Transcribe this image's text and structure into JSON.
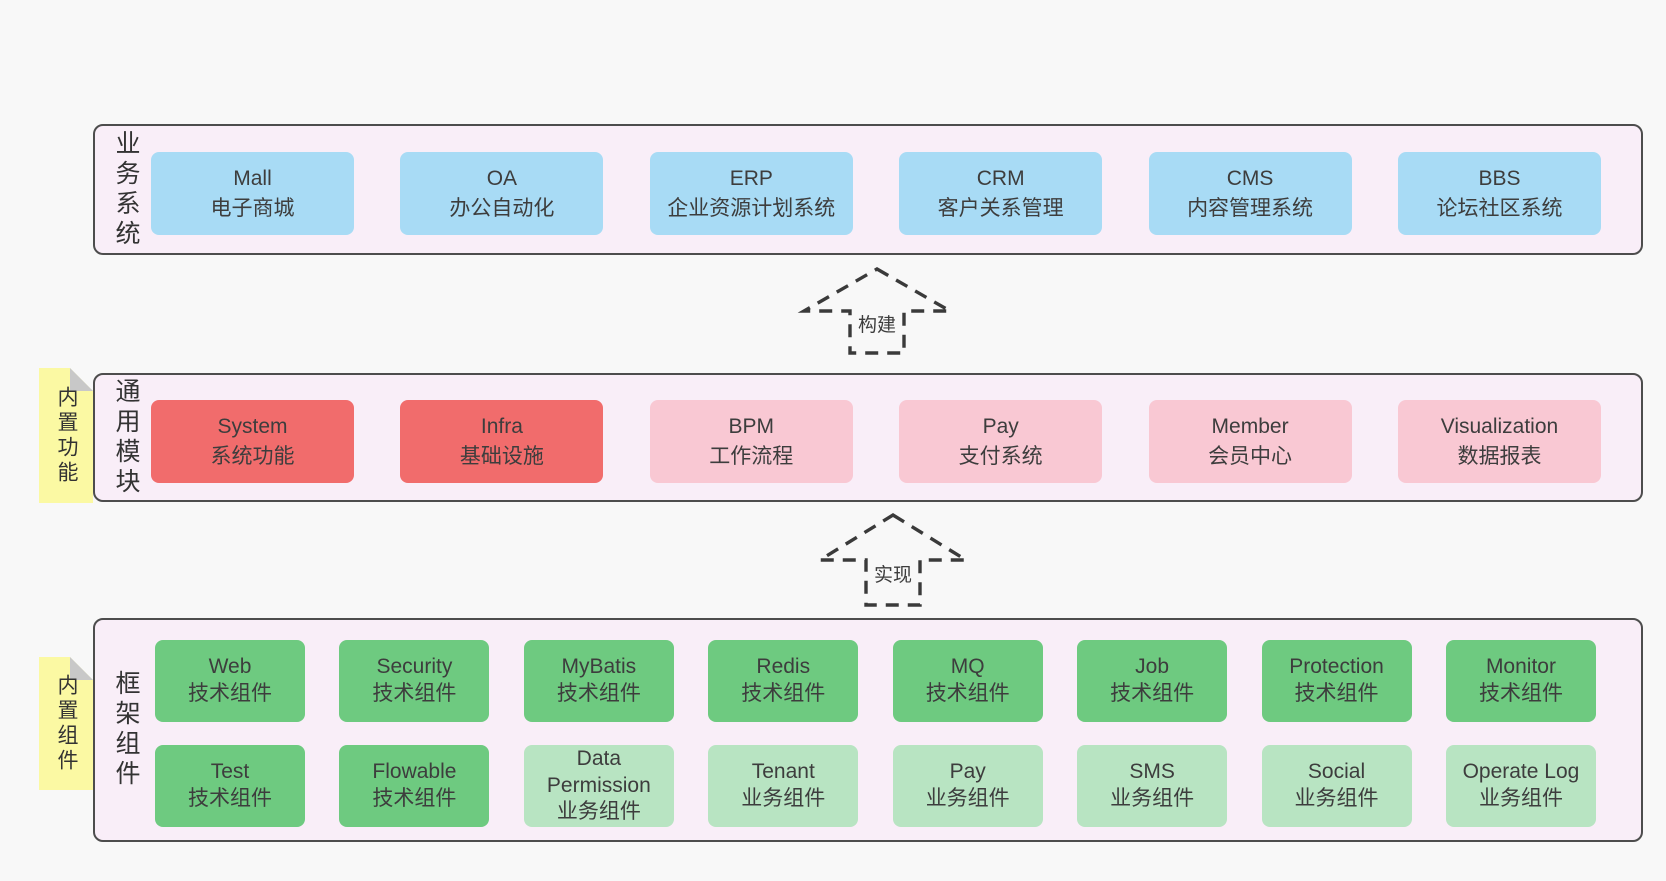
{
  "colors": {
    "pageBg": "#f8f8f8",
    "layerBg": "#f9eef8",
    "layerBorder": "#4d4d4d",
    "text": "#3d3d3d",
    "blue": "#a8dbf5",
    "red": "#f16c6c",
    "pink": "#f9c8d3",
    "green": "#6eca80",
    "lightGreen": "#b8e4c2",
    "noteBg": "#fbf9a3",
    "noteFold": "#c8c8c8",
    "dash": "#3a3a3a"
  },
  "arrows": [
    {
      "label": "构建"
    },
    {
      "label": "实现"
    }
  ],
  "layers": [
    {
      "id": "business",
      "label": "业务系统",
      "boxes": [
        {
          "title": "Mall",
          "subtitle": "电子商城",
          "variant": "blue"
        },
        {
          "title": "OA",
          "subtitle": "办公自动化",
          "variant": "blue"
        },
        {
          "title": "ERP",
          "subtitle": "企业资源计划系统",
          "variant": "blue"
        },
        {
          "title": "CRM",
          "subtitle": "客户关系管理",
          "variant": "blue"
        },
        {
          "title": "CMS",
          "subtitle": "内容管理系统",
          "variant": "blue"
        },
        {
          "title": "BBS",
          "subtitle": "论坛社区系统",
          "variant": "blue"
        }
      ]
    },
    {
      "id": "modules",
      "label": "通用模块",
      "note": "内置功能",
      "boxes": [
        {
          "title": "System",
          "subtitle": "系统功能",
          "variant": "red"
        },
        {
          "title": "Infra",
          "subtitle": "基础设施",
          "variant": "red"
        },
        {
          "title": "BPM",
          "subtitle": "工作流程",
          "variant": "pink"
        },
        {
          "title": "Pay",
          "subtitle": "支付系统",
          "variant": "pink"
        },
        {
          "title": "Member",
          "subtitle": "会员中心",
          "variant": "pink"
        },
        {
          "title": "Visualization",
          "subtitle": "数据报表",
          "variant": "pink"
        }
      ]
    },
    {
      "id": "components",
      "label": "框架组件",
      "note": "内置组件",
      "rows": [
        [
          {
            "title": "Web",
            "subtitle": "技术组件",
            "variant": "green"
          },
          {
            "title": "Security",
            "subtitle": "技术组件",
            "variant": "green"
          },
          {
            "title": "MyBatis",
            "subtitle": "技术组件",
            "variant": "green"
          },
          {
            "title": "Redis",
            "subtitle": "技术组件",
            "variant": "green"
          },
          {
            "title": "MQ",
            "subtitle": "技术组件",
            "variant": "green"
          },
          {
            "title": "Job",
            "subtitle": "技术组件",
            "variant": "green"
          },
          {
            "title": "Protection",
            "subtitle": "技术组件",
            "variant": "green"
          },
          {
            "title": "Monitor",
            "subtitle": "技术组件",
            "variant": "green"
          }
        ],
        [
          {
            "title": "Test",
            "subtitle": "技术组件",
            "variant": "green"
          },
          {
            "title": "Flowable",
            "subtitle": "技术组件",
            "variant": "green"
          },
          {
            "title": "Data Permission",
            "subtitle": "业务组件",
            "variant": "lightgreen"
          },
          {
            "title": "Tenant",
            "subtitle": "业务组件",
            "variant": "lightgreen"
          },
          {
            "title": "Pay",
            "subtitle": "业务组件",
            "variant": "lightgreen"
          },
          {
            "title": "SMS",
            "subtitle": "业务组件",
            "variant": "lightgreen"
          },
          {
            "title": "Social",
            "subtitle": "业务组件",
            "variant": "lightgreen"
          },
          {
            "title": "Operate Log",
            "subtitle": "业务组件",
            "variant": "lightgreen"
          }
        ]
      ]
    }
  ]
}
